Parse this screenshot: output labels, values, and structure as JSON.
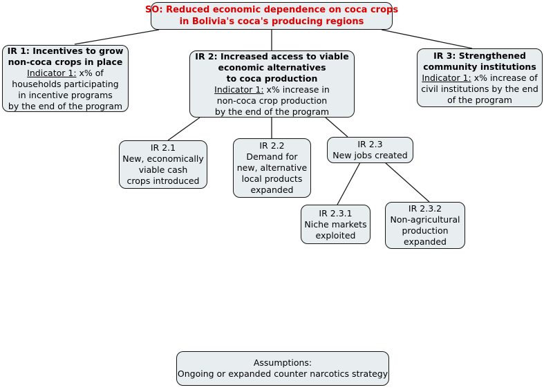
{
  "colors": {
    "box_fill": "#e8eef0",
    "box_border": "#161616",
    "so_text": "#dd0000",
    "body_text": "#000000",
    "connector": "#1a1a1a"
  },
  "diagram": {
    "so": {
      "line1": "SO: Reduced economic dependence on coca crops",
      "line2": "in Bolivia's coca's producing regions"
    },
    "ir1": {
      "title1": "IR 1: Incentives to grow",
      "title2": "non-coca crops in place",
      "indicator_label": "Indicator 1:",
      "indicator_tail": " x% of",
      "body1": "households participating",
      "body2": "in incentive programs",
      "body3": "by the end of the program"
    },
    "ir2": {
      "title1": "IR 2: Increased access to viable",
      "title2": "economic alternatives",
      "title3": "to coca production",
      "indicator_label": "Indicator 1:",
      "indicator_tail": " x% increase in",
      "body1": "non-coca crop production",
      "body2": "by the end of the program"
    },
    "ir3": {
      "title1": "IR 3: Strengthened",
      "title2": "community institutions",
      "indicator_label": "Indicator 1:",
      "indicator_tail": " x% increase of",
      "body1": "civil institutions by the end",
      "body2": "of the program"
    },
    "ir21": {
      "lines": [
        "IR 2.1",
        "New, economically",
        "viable cash",
        "crops introduced"
      ]
    },
    "ir22": {
      "lines": [
        "IR 2.2",
        "Demand for",
        "new, alternative",
        "local products",
        "expanded"
      ]
    },
    "ir23": {
      "lines": [
        "IR 2.3",
        "New jobs created"
      ]
    },
    "ir231": {
      "lines": [
        "IR 2.3.1",
        "Niche markets",
        "exploited"
      ]
    },
    "ir232": {
      "lines": [
        "IR 2.3.2",
        "Non-agricultural",
        "production",
        "expanded"
      ]
    },
    "assumptions": {
      "lines": [
        "Assumptions:",
        "Ongoing or expanded counter narcotics strategy"
      ]
    }
  }
}
